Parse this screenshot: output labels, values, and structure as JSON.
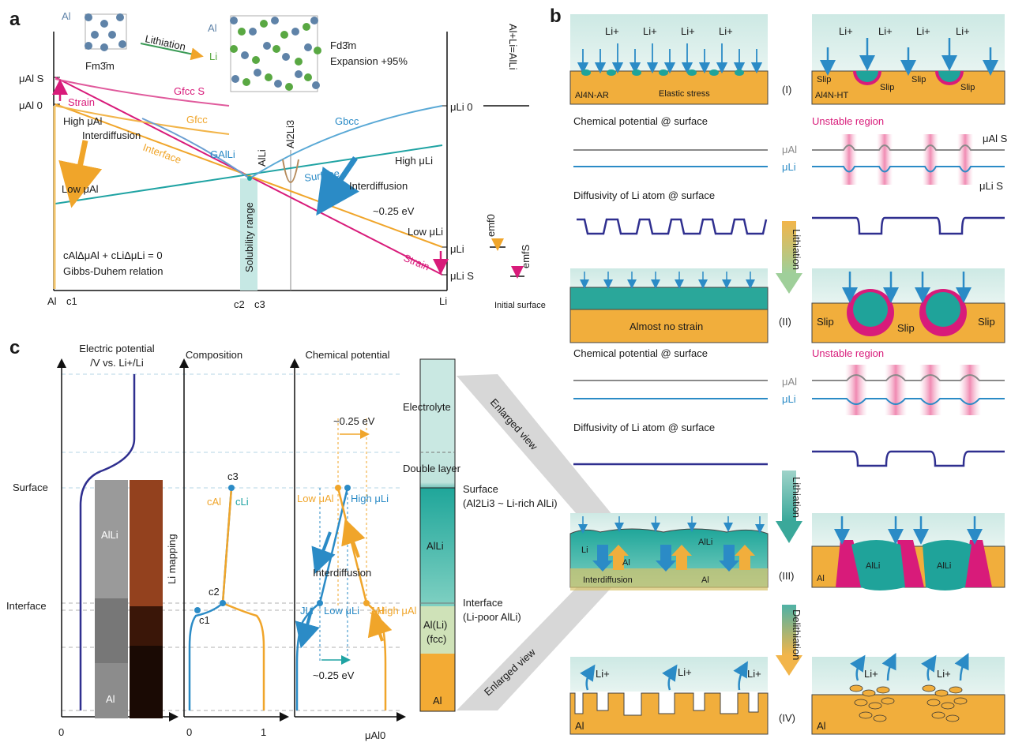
{
  "panels": {
    "a": {
      "letter": "a",
      "crystal_left": {
        "al": "Al",
        "group": "Fm3̄m"
      },
      "lithiation_arrow": "Lithiation",
      "crystal_right": {
        "al": "Al",
        "li": "Li",
        "group": "Fd3̄m",
        "expansion": "Expansion +95%"
      },
      "mu_al_s": "μAl S",
      "mu_al_0": "μAl 0",
      "mu_li_0": "μLi 0",
      "mu_li": "μLi",
      "mu_li_s": "μLi S",
      "strain": "Strain",
      "g_fcc_s": "Gfcc S",
      "g_fcc": "Gfcc",
      "g_alli": "GAlLi",
      "g_bcc": "Gbcc",
      "high_mu_al": "High μAl",
      "interdiffusion_left": "Interdiffusion",
      "interface": "Interface",
      "low_mu_al": "Low μAl",
      "alli": "AlLi",
      "al2li3": "Al2Li3",
      "surface": "Surface",
      "high_mu_li": "High μLi",
      "interdiffusion_right": "Interdiffusion",
      "ev": "~0.25 eV",
      "low_mu_li": "Low μLi",
      "strain_right": "Strain",
      "solubility": "Solubility range",
      "gibbs_eq": "cAlΔμAl + cLiΔμLi = 0",
      "gibbs_name": "Gibbs-Duhem relation",
      "x_al": "Al",
      "c1": "c1",
      "c2": "c2",
      "c3": "c3",
      "x_li": "Li",
      "reaction": "Al+Li=AlLi",
      "emf0": "emf0",
      "emfs": "emfS"
    },
    "b": {
      "letter": "b",
      "li_plus": "Li+",
      "al4n_ar": "Al4N-AR",
      "elastic_stress": "Elastic stress",
      "al4n_ht": "Al4N-HT",
      "slip": "Slip",
      "step_i": "(I)",
      "step_ii": "(II)",
      "step_iii": "(III)",
      "step_iv": "(IV)",
      "chem_pot": "Chemical potential @ surface",
      "unstable": "Unstable region",
      "mu_al": "μAl",
      "mu_li": "μLi",
      "mu_al_s": "μAl S",
      "mu_li_s": "μLi S",
      "diffusivity": "Diffusivity of Li atom @ surface",
      "lithiation": "Lithiation",
      "delithiation": "Delithiation",
      "initial_surface": "Initial surface",
      "almost_no_strain": "Almost no strain",
      "li": "Li",
      "al": "Al",
      "alli": "AlLi",
      "interdiffusion": "Interdiffusion"
    },
    "c": {
      "letter": "c",
      "electric_title": "Electric potential\n/V vs. Li+/Li",
      "composition_title": "Composition",
      "chem_title": "Chemical potential",
      "surface": "Surface",
      "interface": "Interface",
      "alli_img": "AlLi",
      "al_img": "Al",
      "li_mapping": "Li mapping",
      "c3": "c3",
      "c_al": "cAl",
      "c_li": "cLi",
      "c2": "c2",
      "c1": "c1",
      "ev_top": "~0.25 eV",
      "low_mu_al": "Low μAl",
      "high_mu_li": "High μLi",
      "interdiffusion": "Interdiffusion",
      "j_li": "JLi",
      "j_al": "JAl",
      "low_mu_li": "Low μLi",
      "high_mu_al": "High μAl",
      "ev_bottom": "~0.25 eV",
      "x0_a": "0",
      "x0_b": "0",
      "x1": "1",
      "mu_al0": "μAl0",
      "electrolyte": "Electrolyte",
      "double_layer": "Double layer",
      "surface_box": "Surface",
      "surface_sub": "(Al2Li3 ~ Li-rich AlLi)",
      "alli_box": "AlLi",
      "interface_box": "Interface",
      "interface_sub": "(Li-poor AlLi)",
      "alli_fcc_1": "Al(Li)",
      "alli_fcc_2": "(fcc)",
      "al_box": "Al",
      "enlarged_1": "Enlarged view",
      "enlarged_2": "Enlarged view"
    }
  },
  "colors": {
    "pink": "#d81b7a",
    "orange": "#f0a52a",
    "blue": "#2b8bc6",
    "teal": "#1fa3a3",
    "navy": "#2f2f8f",
    "gold": "#f1ae3c"
  }
}
